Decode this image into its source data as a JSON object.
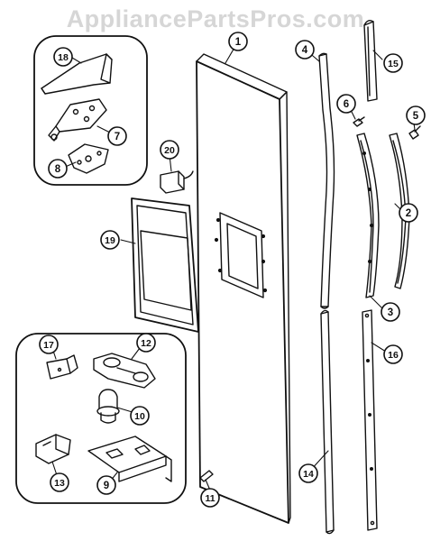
{
  "watermark": "AppliancePartsPros.com",
  "colors": {
    "line": "#111111",
    "watermark": "#d6d6d6",
    "fill": "#ffffff"
  },
  "callouts": [
    {
      "label": "1",
      "part": "door-panel"
    },
    {
      "label": "2",
      "part": "door-gasket-strip"
    },
    {
      "label": "3",
      "part": "curved-trim-bar"
    },
    {
      "label": "4",
      "part": "door-handle-upper"
    },
    {
      "label": "5",
      "part": "screw-small"
    },
    {
      "label": "6",
      "part": "screw-small"
    },
    {
      "label": "7",
      "part": "hinge-plate-upper"
    },
    {
      "label": "8",
      "part": "hinge-bracket"
    },
    {
      "label": "9",
      "part": "hinge-base-plate"
    },
    {
      "label": "10",
      "part": "hinge-bushing"
    },
    {
      "label": "11",
      "part": "door-stop-clip"
    },
    {
      "label": "12",
      "part": "hinge-lower"
    },
    {
      "label": "13",
      "part": "hinge-cover"
    },
    {
      "label": "14",
      "part": "door-handle-lower"
    },
    {
      "label": "15",
      "part": "handle-trim-upper"
    },
    {
      "label": "16",
      "part": "handle-trim-lower"
    },
    {
      "label": "17",
      "part": "bracket-small"
    },
    {
      "label": "18",
      "part": "hinge-cover-top"
    },
    {
      "label": "19",
      "part": "dispenser-frame"
    },
    {
      "label": "20",
      "part": "dispenser-switch"
    }
  ]
}
